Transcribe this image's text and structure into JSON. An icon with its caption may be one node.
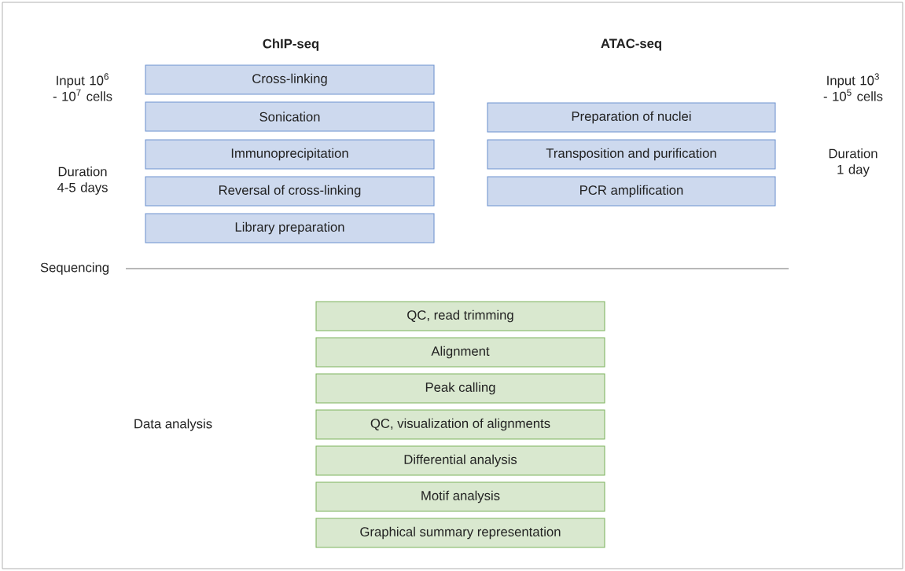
{
  "diagram": {
    "nodes": [
      {
        "text": [
          "Cross-linking"
        ]
      },
      {
        "text": [
          "Sonication"
        ]
      },
      {
        "text": [
          "Immunoprecipitation"
        ]
      },
      {
        "text": [
          "Reversal of cross-linking"
        ]
      },
      {
        "text": [
          "Library preparation"
        ]
      },
      {
        "text": [
          "Preparation of nuclei"
        ]
      },
      {
        "text": [
          "Transposition and purification"
        ]
      },
      {
        "text": [
          "PCR amplification"
        ]
      },
      {
        "text": [
          "QC, read trimming"
        ]
      },
      {
        "text": [
          "Alignment"
        ]
      },
      {
        "text": [
          "Peak calling"
        ]
      },
      {
        "text": [
          "QC, visualization of alignments"
        ]
      },
      {
        "text": [
          "Differential analysis"
        ]
      },
      {
        "text": [
          "Motif analysis"
        ]
      },
      {
        "text": [
          "Graphical summary representation"
        ]
      }
    ],
    "labels": [
      "ChIP-seq",
      "ATAC-seq",
      "Input 10$^{6}$ - 10$^{7}$ cells",
      "Input 10$^{3}$ - 10$^{5}$ cells",
      "Duration 4-5 days",
      "Duration 1 day",
      "Sequencing",
      "Data analysis"
    ]
  }
}
